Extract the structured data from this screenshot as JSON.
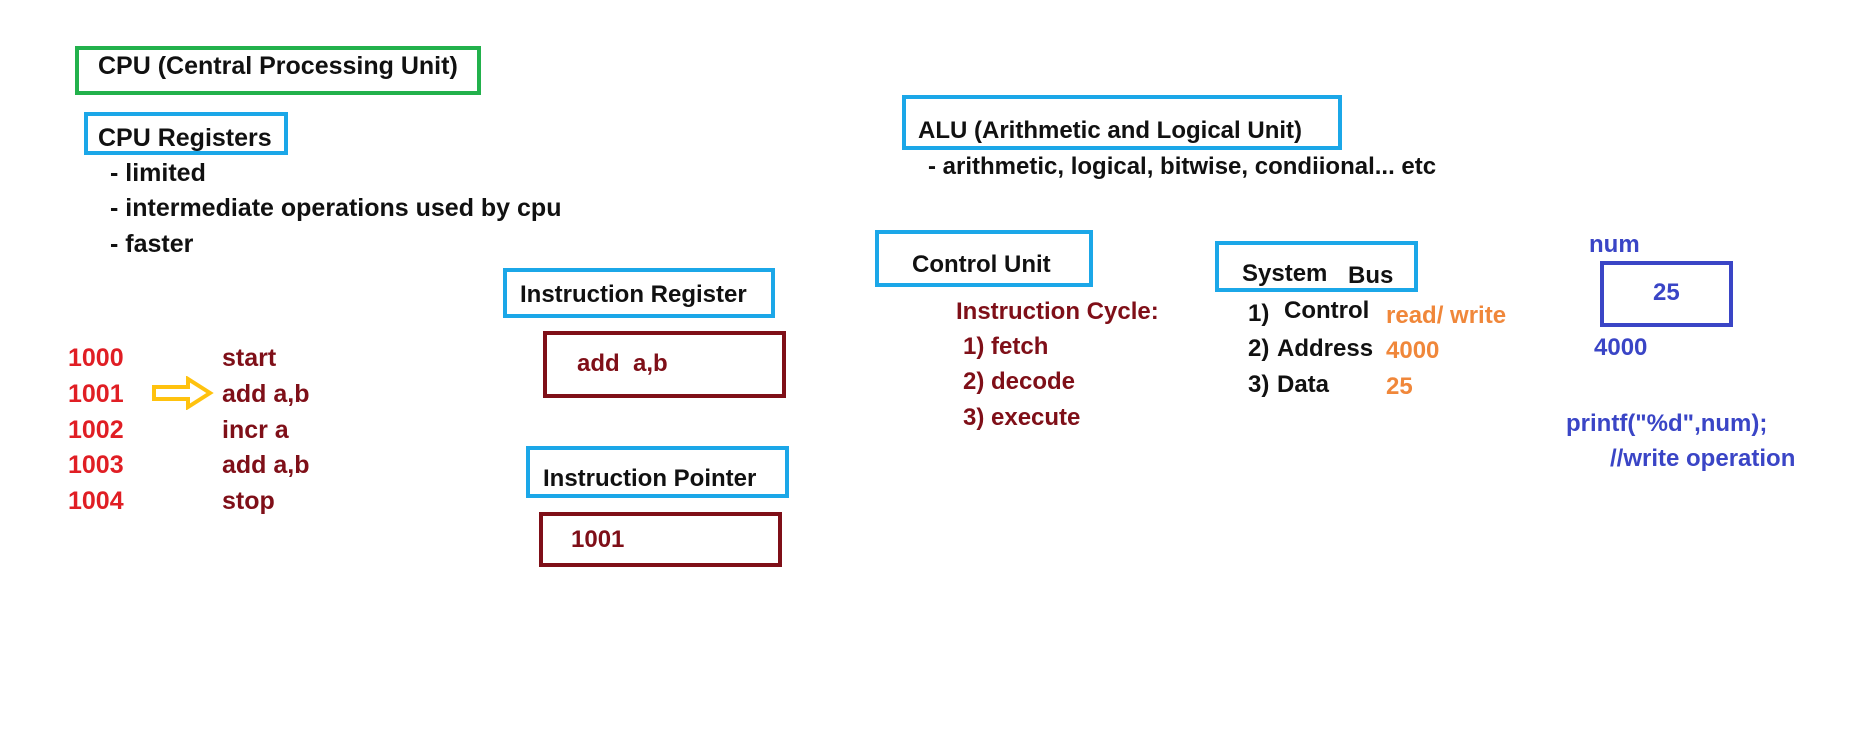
{
  "colors": {
    "green_box": "#22b14c",
    "cyan_box": "#1ba7e8",
    "maroon": "#7f0f18",
    "red": "#e01e24",
    "orange": "#f0873a",
    "blue": "#3a45c6",
    "yellow_arrow": "#ffc20e"
  },
  "cpu_title": "CPU (Central Processing Unit)",
  "registers": {
    "title": "CPU Registers",
    "items": [
      "- limited",
      "- intermediate operations used by cpu",
      "- faster"
    ]
  },
  "memory": {
    "rows": [
      {
        "address": "1000",
        "instruction": "start"
      },
      {
        "address": "1001",
        "instruction": "add a,b"
      },
      {
        "address": "1002",
        "instruction": "incr a"
      },
      {
        "address": "1003",
        "instruction": "add a,b"
      },
      {
        "address": "1004",
        "instruction": "stop"
      }
    ],
    "pointer_icon": "arrow-right-icon"
  },
  "instruction_register": {
    "title": "Instruction Register",
    "value": "add  a,b"
  },
  "instruction_pointer": {
    "title": "Instruction Pointer",
    "value": "1001"
  },
  "alu": {
    "title": "ALU (Arithmetic and Logical Unit)",
    "desc": "- arithmetic, logical, bitwise, condiional... etc"
  },
  "control_unit": {
    "title": "Control Unit",
    "cycle_title": "Instruction Cycle:",
    "steps": [
      "1) fetch",
      "2) decode",
      "3) execute"
    ]
  },
  "system_bus": {
    "title_left": "System",
    "title_right": "Bus",
    "lines": [
      {
        "num": "1)",
        "label": "Control",
        "value": "read/ write"
      },
      {
        "num": "2)",
        "label": "Address",
        "value": "4000"
      },
      {
        "num": "3)",
        "label": "Data",
        "value": "25"
      }
    ]
  },
  "variable": {
    "name": "num",
    "value": "25",
    "address": "4000",
    "code": "printf(\"%d\",num);",
    "comment": "//write operation"
  }
}
